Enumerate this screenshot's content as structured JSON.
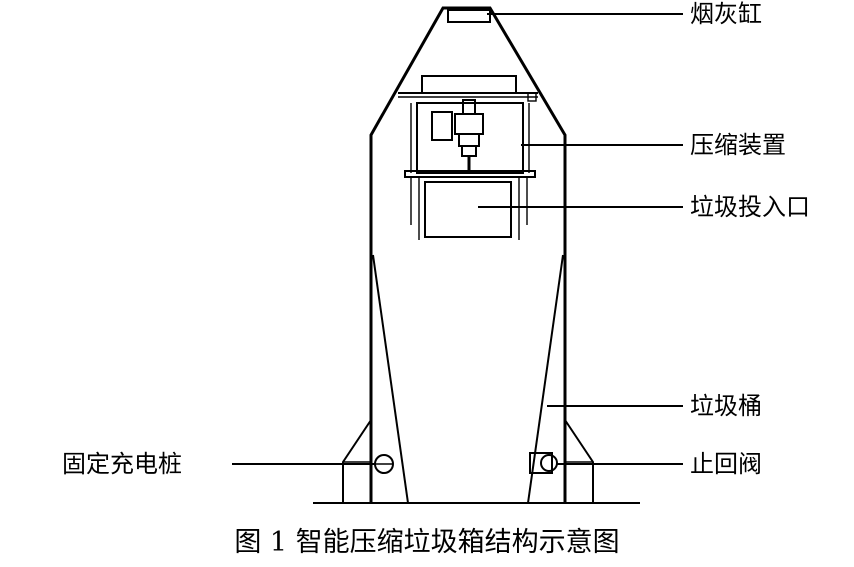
{
  "labels": {
    "ashtray": "烟灰缸",
    "compressor": "压缩装置",
    "inlet": "垃圾投入口",
    "bin": "垃圾桶",
    "charging_post": "固定充电桩",
    "check_valve": "止回阀"
  },
  "caption": "图 1 智能压缩垃圾箱结构示意图",
  "colors": {
    "line": "#000000",
    "background": "#ffffff"
  }
}
